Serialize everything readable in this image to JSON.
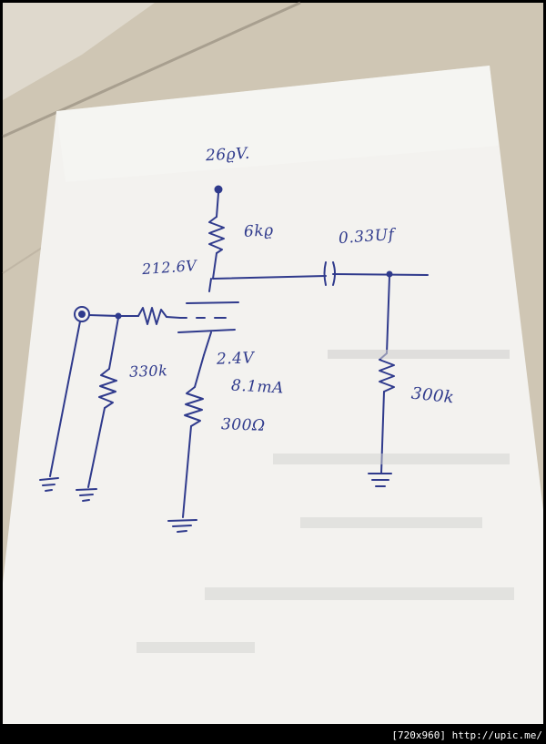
{
  "labels": {
    "supply_voltage": "26ϱV.",
    "drain_resistor": "6kϱ",
    "drain_voltage": "212.6V",
    "coupling_cap": "0.33Uf",
    "gate_resistor": "330k",
    "source_voltage": "2.4V",
    "source_current": "8.1mA",
    "source_resistor": "300Ω",
    "load_resistor": "300k"
  },
  "watermark": "[720x960] http://upic.me/",
  "colors": {
    "ink": "#2f3a8c",
    "paper": "#f3f2ef",
    "fabric": "#cfc6b4",
    "frame": "#000000"
  }
}
